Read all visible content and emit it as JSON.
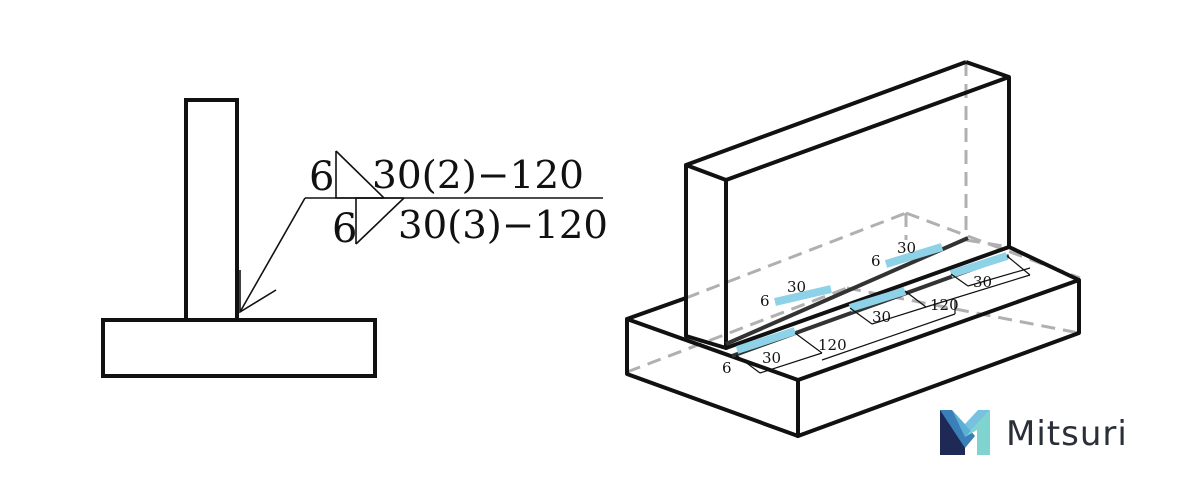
{
  "weld_symbol": {
    "arrow_side": {
      "size": "6",
      "spec": "30(2)−120"
    },
    "other_side": {
      "size": "6",
      "spec": "30(3)−120"
    }
  },
  "model": {
    "back_side": {
      "size": "6",
      "length": "30"
    },
    "front_side": {
      "size": "6",
      "length": "30",
      "pitch": "120"
    },
    "back_annotations": [
      "30",
      "30",
      "120",
      "30"
    ]
  },
  "brand": {
    "name": "Mitsuri",
    "icon": "mitsuri-m-logo-icon"
  },
  "colors": {
    "weld": "#8ed2e8",
    "hidden": "#b0b0b0",
    "outline": "#111111"
  }
}
